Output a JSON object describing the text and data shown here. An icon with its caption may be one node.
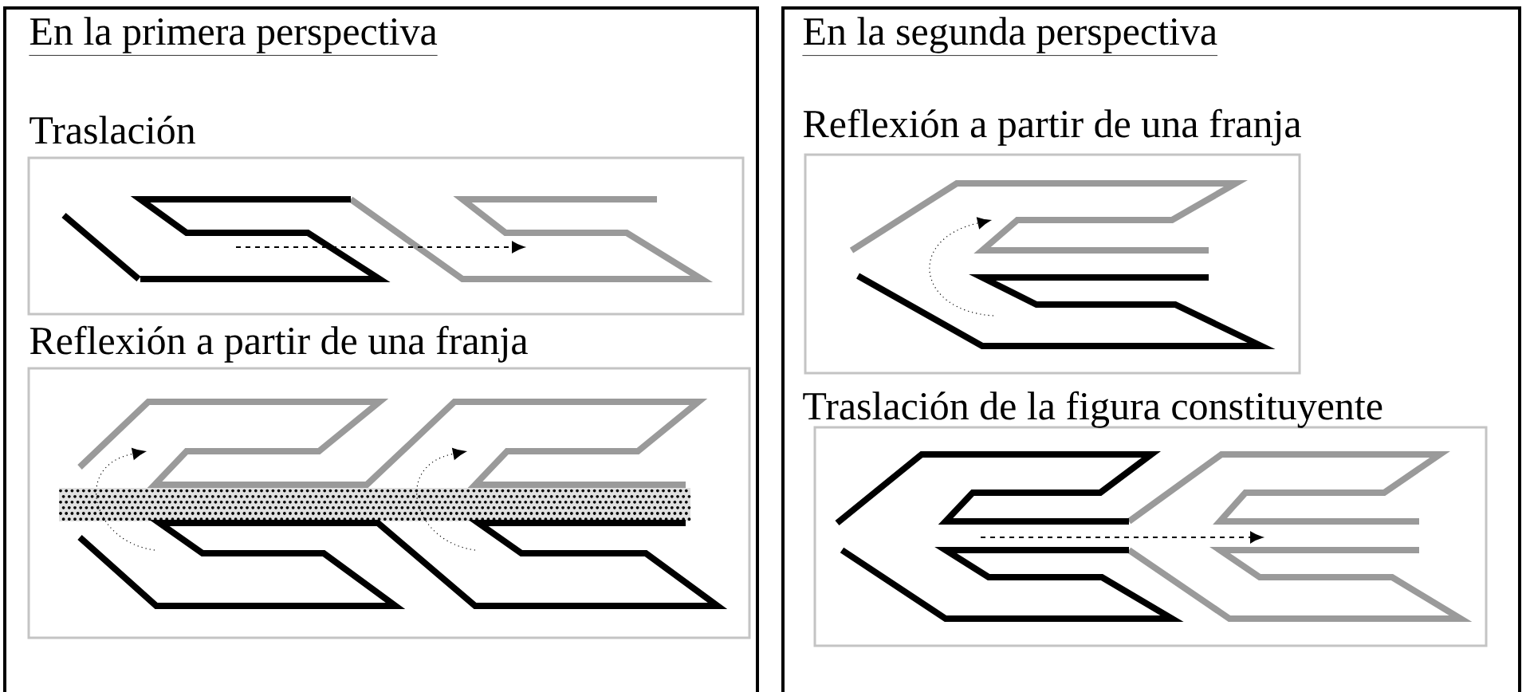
{
  "diagram": {
    "labels": [
      "En la primera perspectiva",
      "Traslación",
      "Reflexión a partir de una franja",
      "En la segunda perspectiva",
      "Reflexión a partir de una franja",
      "Traslación de la figura constituyente"
    ]
  }
}
